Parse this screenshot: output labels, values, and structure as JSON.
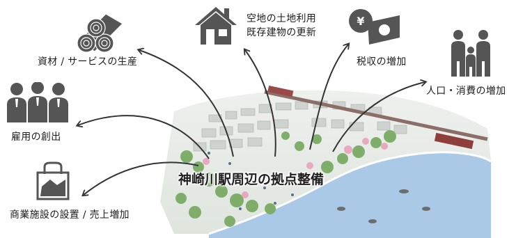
{
  "center": {
    "label": "神崎川駅周辺の拠点整備"
  },
  "effects": [
    {
      "id": "materials",
      "label": "資材 / サービスの生産",
      "icon": "logs-icon"
    },
    {
      "id": "jobs",
      "label": "雇用の創出",
      "icon": "workers-icon"
    },
    {
      "id": "commerce",
      "label": "商業施設の設置 / 売上増加",
      "icon": "shopping-bag-icon"
    },
    {
      "id": "land",
      "lines": [
        "空地の土地利用",
        "既存建物の更新"
      ],
      "icon": "house-icon"
    },
    {
      "id": "tax",
      "label": "税収の増加",
      "icon": "money-icon"
    },
    {
      "id": "population",
      "label": "人口・消費の増加",
      "icon": "family-icon"
    }
  ],
  "colors": {
    "icon": "#555555",
    "arrow": "#333333",
    "water": "#a9c9e6",
    "greenery": "#7fae6a"
  }
}
